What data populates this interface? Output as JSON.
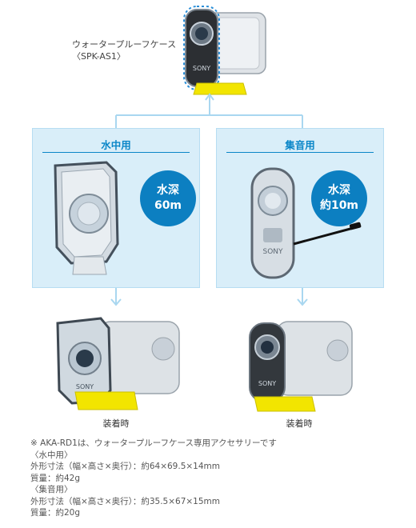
{
  "hero": {
    "name_line1": "ウォータープルーフケース",
    "name_line2": "〈SPK-AS1〉"
  },
  "panels": [
    {
      "title": "水中用",
      "badge_line1": "水深",
      "badge_line2": "60m"
    },
    {
      "title": "集音用",
      "badge_line1": "水深",
      "badge_line2": "約10m"
    }
  ],
  "captions": [
    "装着時",
    "装着時"
  ],
  "logo_text": "SONY",
  "notes": [
    "※ AKA-RD1は、ウォータープルーフケース専用アクセサリーです",
    "〈水中用〉",
    "外形寸法（幅×高さ×奥行）：約64×69.5×14mm",
    "質量：約42g",
    "〈集音用〉",
    "外形寸法（幅×高さ×奥行）：約35.5×67×15mm",
    "質量：約20g"
  ],
  "colors": {
    "accent": "#0a86c8",
    "panel_bg": "#d9eef9",
    "connector": "#a9d7f0",
    "badge": "#0c7fc1",
    "mount": "#f2e500"
  }
}
